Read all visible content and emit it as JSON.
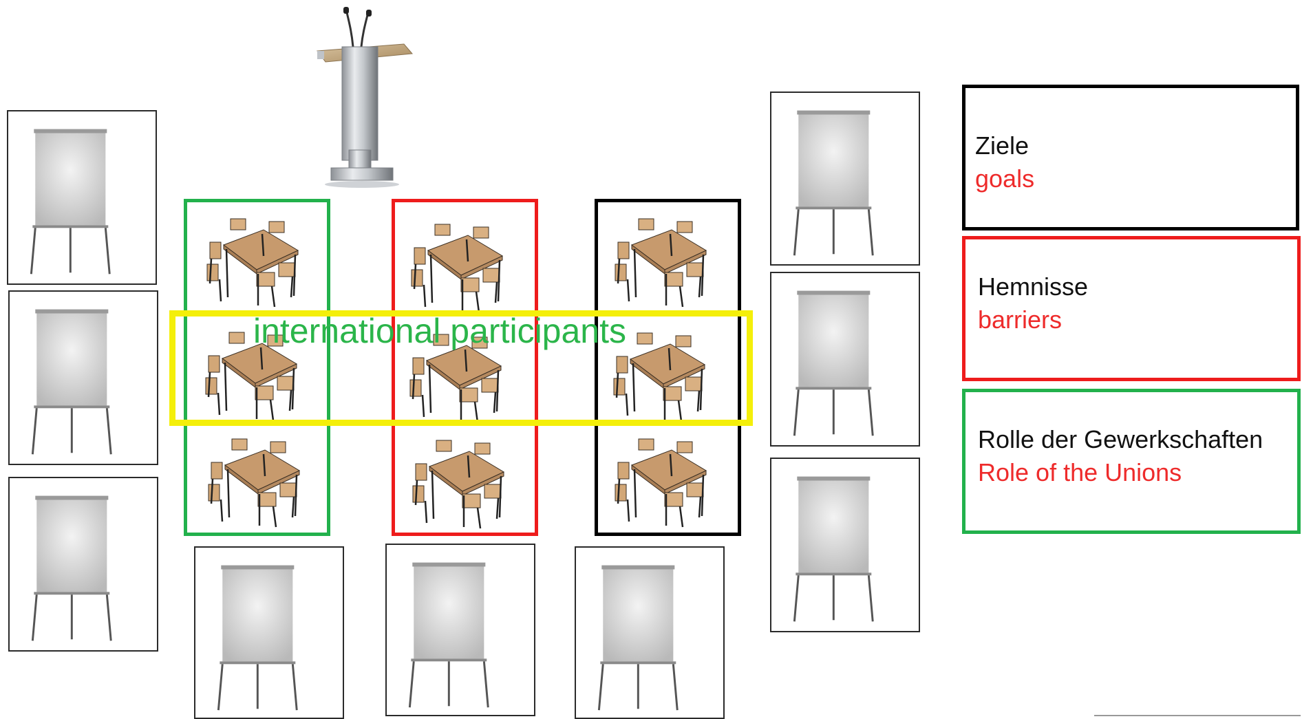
{
  "band": {
    "label": "international participants",
    "color": "#f4ef0a",
    "label_color": "#2bb54a"
  },
  "groups": [
    {
      "id": "green",
      "color": "#22b14c"
    },
    {
      "id": "red",
      "color": "#ee1c1c"
    },
    {
      "id": "black",
      "color": "#000000"
    }
  ],
  "legend": [
    {
      "title": "Ziele",
      "subtitle": "goals",
      "border": "#000000"
    },
    {
      "title": "Hemnisse",
      "subtitle": "barriers",
      "border": "#ee1c1c"
    },
    {
      "title": "Rolle der Gewerkschaften",
      "subtitle": "Role of the Unions",
      "border": "#22b14c"
    }
  ],
  "icons": {
    "flipchart": "flipchart-icon",
    "table": "table-with-chairs-icon",
    "podium": "podium-icon"
  }
}
